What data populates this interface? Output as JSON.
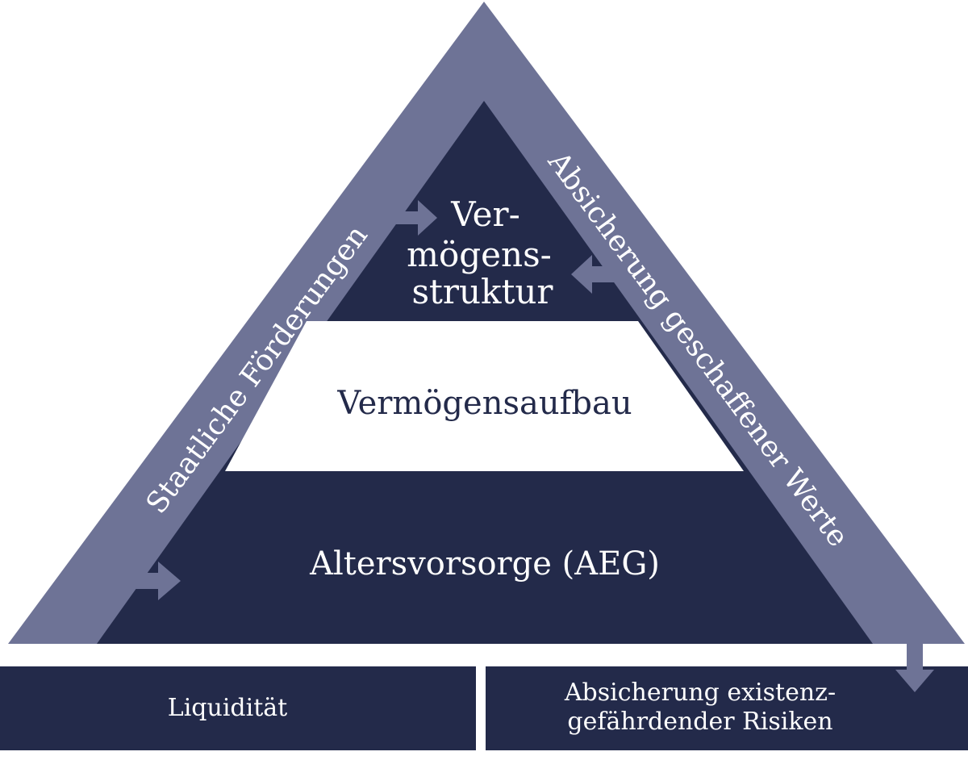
{
  "colors": {
    "outer_frame": "#6e7396",
    "dark_fill": "#232a4a",
    "light_fill": "#ffffff",
    "arrow": "#6e7396"
  },
  "pyramid": {
    "top_lines": [
      "Ver-",
      "mögens-",
      "struktur"
    ],
    "middle": "Vermögensaufbau",
    "bottom": "Altersvorsorge (AEG)"
  },
  "sides": {
    "left": "Staatliche Förderungen",
    "right": "Absicherung geschaffener Werte"
  },
  "base": {
    "left": "Liquidität",
    "right_lines": [
      "Absicherung existenz-",
      "gefährdender Risiken"
    ]
  },
  "icons": [
    "right-arrow-icon",
    "left-arrow-icon",
    "down-arrow-icon"
  ]
}
